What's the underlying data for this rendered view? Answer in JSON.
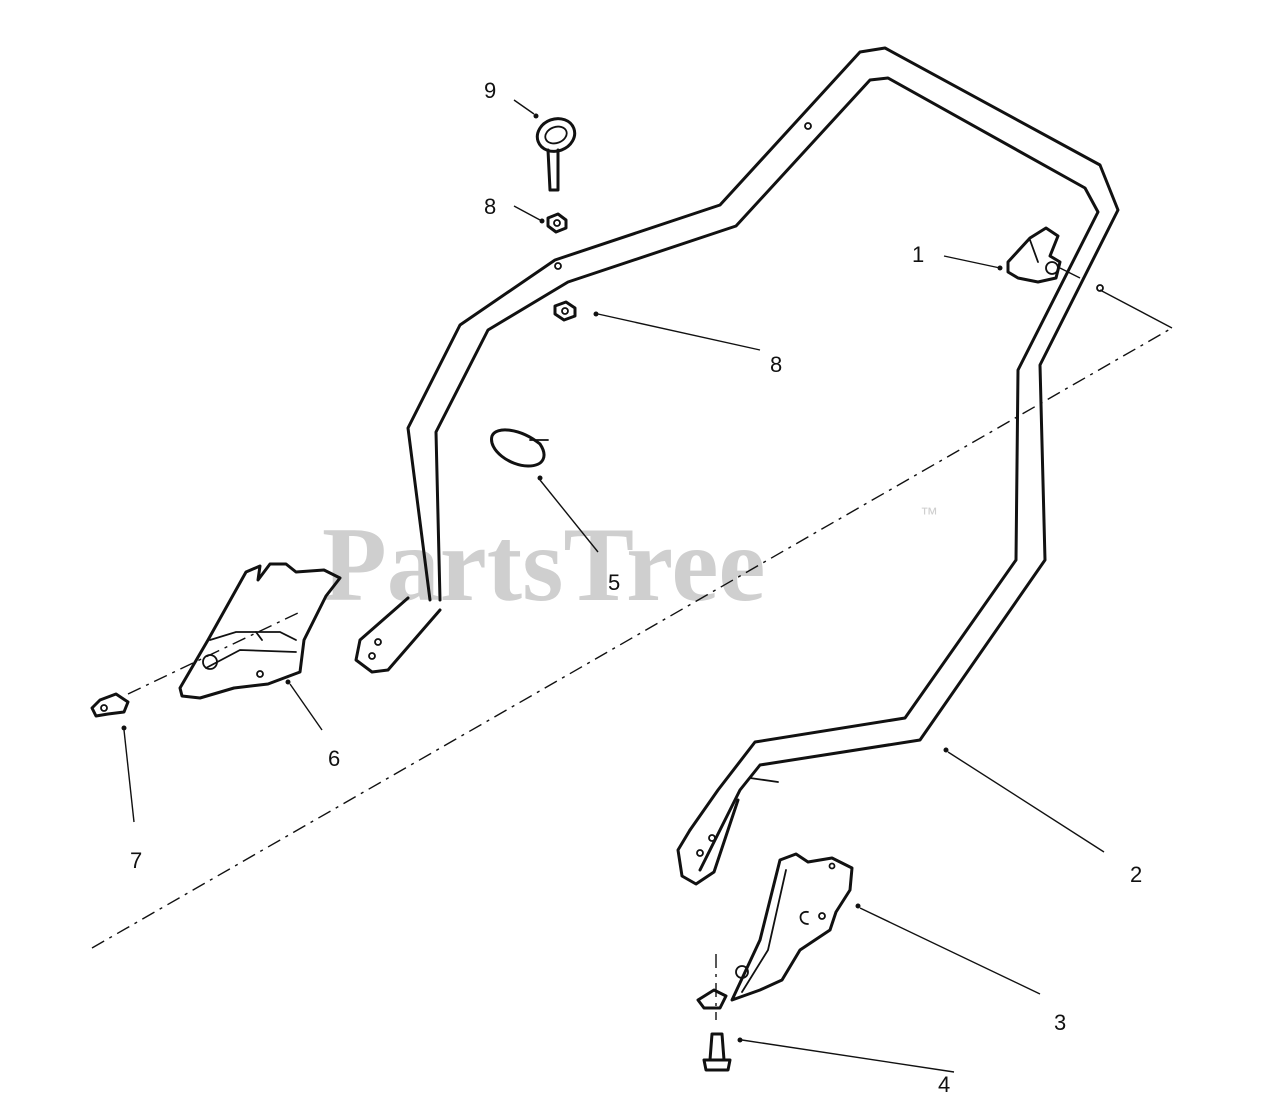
{
  "watermark": {
    "brand": "PartsTree",
    "trademark": "™"
  },
  "callouts": [
    {
      "id": "1",
      "label": "1"
    },
    {
      "id": "2",
      "label": "2"
    },
    {
      "id": "3",
      "label": "3"
    },
    {
      "id": "4",
      "label": "4"
    },
    {
      "id": "5",
      "label": "5"
    },
    {
      "id": "6",
      "label": "6"
    },
    {
      "id": "7",
      "label": "7"
    },
    {
      "id": "8a",
      "label": "8"
    },
    {
      "id": "8b",
      "label": "8"
    },
    {
      "id": "9",
      "label": "9"
    }
  ]
}
